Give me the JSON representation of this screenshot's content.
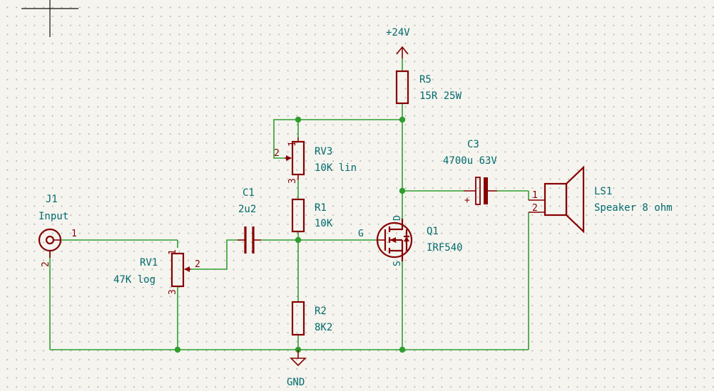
{
  "power": {
    "vcc_label": "+24V",
    "gnd_label": "GND"
  },
  "components": {
    "j1": {
      "ref": "J1",
      "value": "Input",
      "pin1": "1",
      "pin2": "2"
    },
    "rv1": {
      "ref": "RV1",
      "value": "47K log",
      "pin1": "1",
      "pin2": "2",
      "pin3": "3"
    },
    "c1": {
      "ref": "C1",
      "value": "2u2"
    },
    "rv3": {
      "ref": "RV3",
      "value": "10K lin",
      "pin1": "1",
      "pin2": "2",
      "pin3": "3"
    },
    "r1": {
      "ref": "R1",
      "value": "10K"
    },
    "r2": {
      "ref": "R2",
      "value": "8K2"
    },
    "r5": {
      "ref": "R5",
      "value": "15R 25W"
    },
    "q1": {
      "ref": "Q1",
      "value": "IRF540",
      "gate": "G",
      "drain": "D",
      "source": "S"
    },
    "c3": {
      "ref": "C3",
      "value": "4700u 63V",
      "plus": "+"
    },
    "ls1": {
      "ref": "LS1",
      "value": "Speaker 8 ohm",
      "pin1": "1",
      "pin2": "2"
    }
  },
  "colors": {
    "wire": "#2f9e2f",
    "component_body": "#860000",
    "label_text": "#006b6b",
    "background": "#f5f4ef"
  }
}
